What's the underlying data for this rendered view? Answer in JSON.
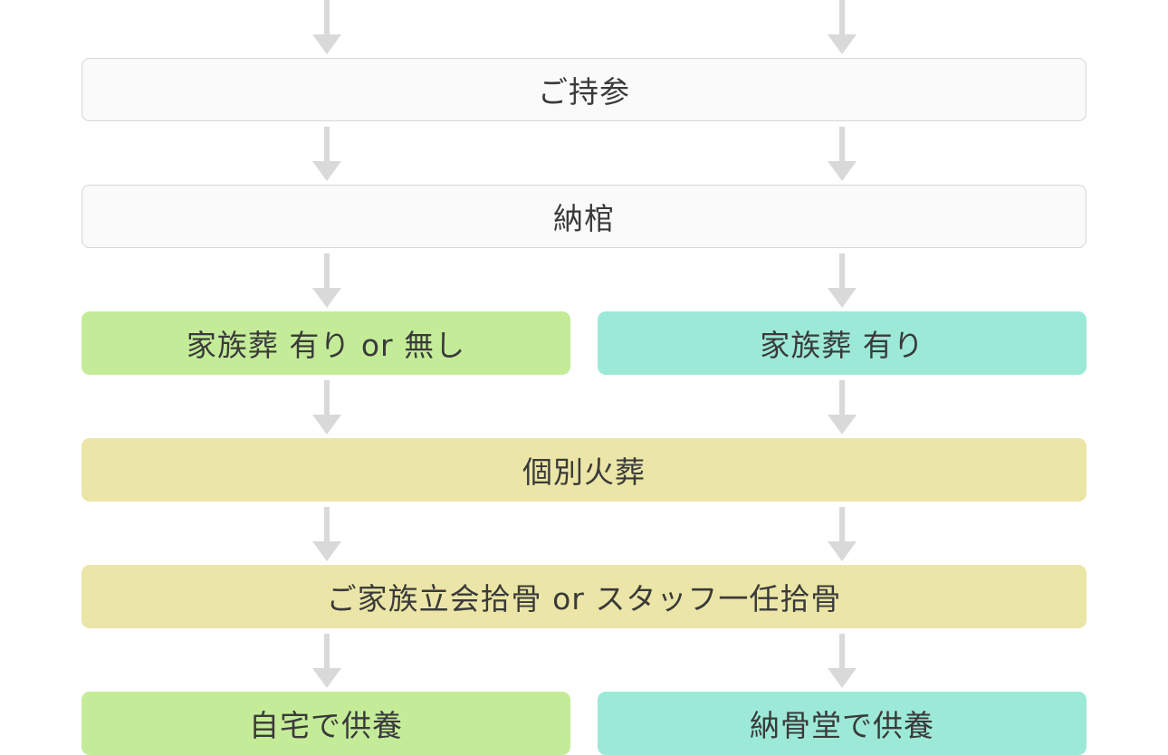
{
  "steps": {
    "jisan": "ご持参",
    "nokan": "納棺",
    "family_funeral_optional": "家族葬 有り or 無し",
    "family_funeral_yes": "家族葬 有り",
    "individual_cremation": "個別火葬",
    "bone_collection": "ご家族立会拾骨 or スタッフ一任拾骨",
    "memorial_home": "自宅で供養",
    "memorial_ossuary": "納骨堂で供養"
  },
  "colors": {
    "neutral": "#fafafa",
    "green": "#c4ec98",
    "teal": "#9ce9d7",
    "yellow": "#ebe6a7",
    "arrow": "#d9d9d9"
  }
}
